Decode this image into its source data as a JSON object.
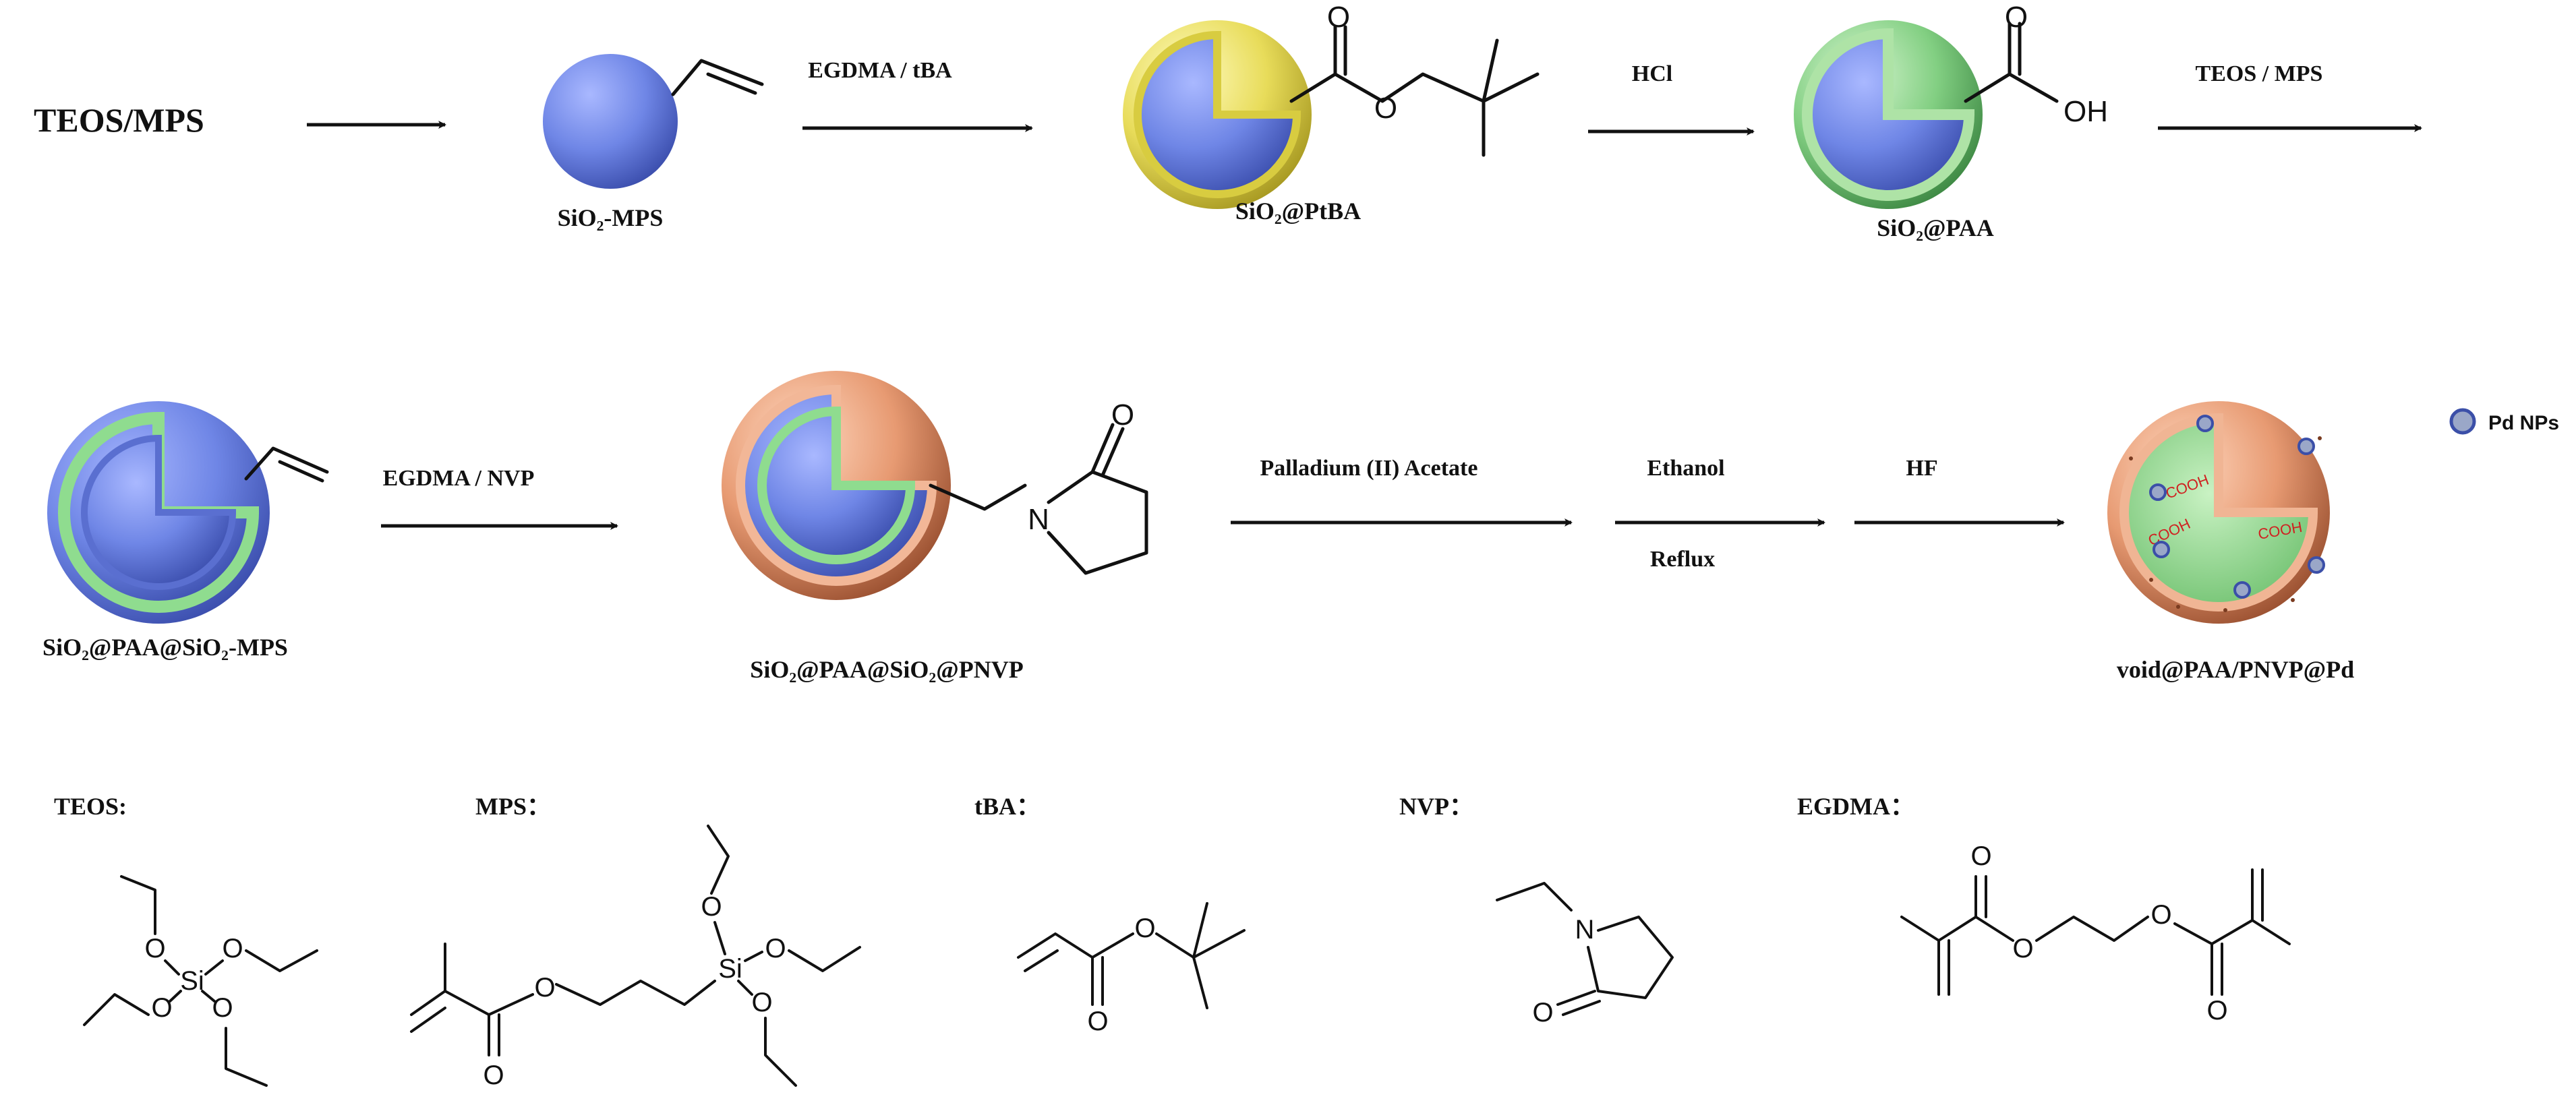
{
  "row1": {
    "start_label": "TEOS/MPS",
    "products": {
      "sio2_mps": "SiO₂-MPS",
      "sio2_ptba": "SiO₂@PtBA",
      "sio2_paa": "SiO₂@PAA"
    },
    "reagents": {
      "step2": "EGDMA / tBA",
      "step3": "HCl",
      "step4": "TEOS / MPS"
    }
  },
  "row2": {
    "products": {
      "sio2_paa_sio2_mps": "SiO₂@PAA@SiO₂-MPS",
      "sio2_paa_sio2_pnvp": "SiO₂@PAA@SiO₂@PNVP",
      "void_paa_pnvp_pd": "void@PAA/PNVP@Pd"
    },
    "reagents": {
      "step5": "EGDMA / NVP",
      "step6": "Palladium (II) Acetate",
      "step7_top": "Ethanol",
      "step7_bottom": "Reflux",
      "step8": "HF"
    },
    "legend": "Pd NPs",
    "cooh": "COOH"
  },
  "structures": {
    "teos": "TEOS:",
    "mps": "MPS：",
    "tba": "tBA：",
    "nvp": "NVP：",
    "egdma": "EGDMA："
  },
  "atoms": {
    "O": "O",
    "OH": "OH",
    "N": "N",
    "Si": "Si"
  },
  "colors": {
    "silica": "#6f86e6",
    "ptba_shell": "#e8dc5a",
    "paa_shell": "#82cf82",
    "pnvp_shell": "#e79a72",
    "pd_np": "#9aa7c8",
    "cooh_text": "#d02020"
  }
}
